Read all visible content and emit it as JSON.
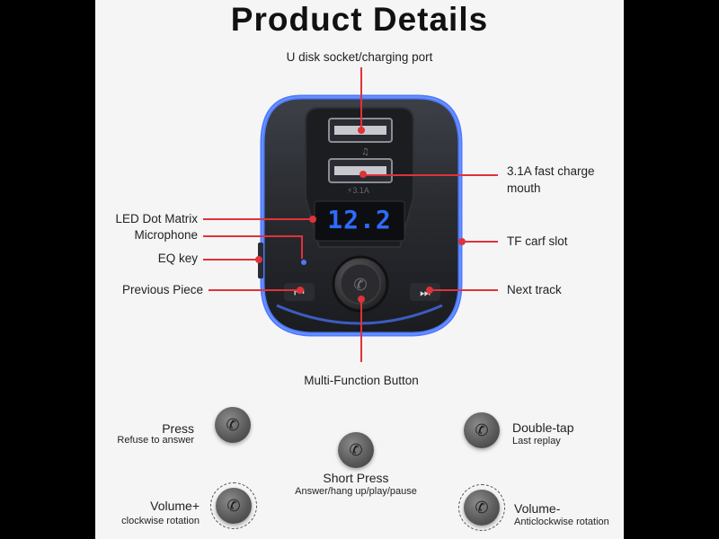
{
  "title": "Product Details",
  "callouts": {
    "usb_port": "U disk socket/charging port",
    "fast_charge_line1": "3.1A fast charge",
    "fast_charge_line2": "mouth",
    "led_matrix": "LED Dot Matrix",
    "microphone": "Microphone",
    "eq_key": "EQ key",
    "tf_slot": "TF carf slot",
    "previous": "Previous Piece",
    "next": "Next track",
    "multi_button": "Multi-Function Button"
  },
  "device": {
    "display_value": "12.2",
    "port_label": "⚡3.1A"
  },
  "gestures": [
    {
      "title": "Press",
      "subtitle": "Refuse to answer"
    },
    {
      "title": "Short Press",
      "subtitle": "Answer/hang up/play/pause"
    },
    {
      "title": "Double-tap",
      "subtitle": "Last replay"
    },
    {
      "title": "Volume+",
      "subtitle": "clockwise rotation"
    },
    {
      "title": "Volume-",
      "subtitle": "Anticlockwise rotation"
    }
  ],
  "colors": {
    "accent_line": "#e0323a",
    "display_digits": "#2d6cff",
    "glow": "#4a78ff",
    "panel": "#f5f5f5"
  },
  "icons": {
    "knob_glyph": "phone-icon",
    "previous": "previous-track-icon",
    "next": "next-track-icon"
  }
}
